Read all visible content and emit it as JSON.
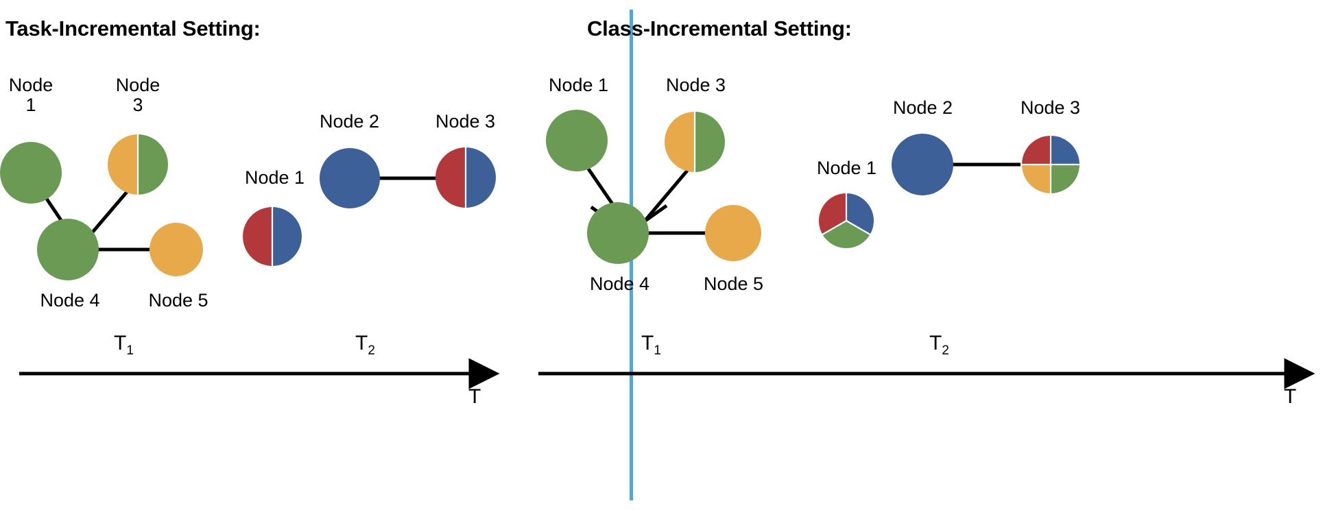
{
  "colors": {
    "green": "#6a9a54",
    "orange": "#e8a94b",
    "blue": "#3d6098",
    "red": "#b3383c",
    "divider": "#57a5d4",
    "edge": "#000000",
    "background": "#ffffff"
  },
  "panels": [
    {
      "id": "task-incremental",
      "title": "Task-Incremental Setting:",
      "timeline": {
        "t1_label": "T",
        "t1_sub": "1",
        "t2_label": "T",
        "t2_sub": "2",
        "axis_label": "T"
      },
      "tasks": [
        {
          "name": "T1",
          "nodes": [
            {
              "label": "Node\n1",
              "label_line1": "Node",
              "label_line2": "1",
              "segments": [
                "green"
              ]
            },
            {
              "label": "Node\n3",
              "label_line1": "Node",
              "label_line2": "3",
              "segments": [
                "orange",
                "green"
              ]
            },
            {
              "label": "Node 4",
              "label_line1": "Node 4",
              "label_line2": "",
              "segments": [
                "green"
              ]
            },
            {
              "label": "Node 5",
              "label_line1": "Node 5",
              "label_line2": "",
              "segments": [
                "orange"
              ]
            }
          ],
          "edges": [
            [
              "Node 1",
              "Node 4"
            ],
            [
              "Node 3",
              "Node 4"
            ],
            [
              "Node 4",
              "Node 5"
            ]
          ]
        },
        {
          "name": "T2",
          "nodes": [
            {
              "label": "Node 1",
              "label_line1": "Node 1",
              "label_line2": "",
              "segments": [
                "red",
                "blue"
              ]
            },
            {
              "label": "Node 2",
              "label_line1": "Node 2",
              "label_line2": "",
              "segments": [
                "blue"
              ]
            },
            {
              "label": "Node 3",
              "label_line1": "Node 3",
              "label_line2": "",
              "segments": [
                "red",
                "blue"
              ]
            }
          ],
          "edges": [
            [
              "Node 2",
              "Node 3"
            ]
          ]
        }
      ]
    },
    {
      "id": "class-incremental",
      "title": "Class-Incremental Setting:",
      "timeline": {
        "t1_label": "T",
        "t1_sub": "1",
        "t2_label": "T",
        "t2_sub": "2",
        "axis_label": "T"
      },
      "tasks": [
        {
          "name": "T1",
          "nodes": [
            {
              "label": "Node 1",
              "label_line1": "Node 1",
              "label_line2": "",
              "segments": [
                "green"
              ]
            },
            {
              "label": "Node 3",
              "label_line1": "Node 3",
              "label_line2": "",
              "segments": [
                "orange",
                "green"
              ]
            },
            {
              "label": "Node 4",
              "label_line1": "Node 4",
              "label_line2": "",
              "segments": [
                "green"
              ]
            },
            {
              "label": "Node 5",
              "label_line1": "Node 5",
              "label_line2": "",
              "segments": [
                "orange"
              ]
            }
          ],
          "edges": [
            [
              "Node 1",
              "Node 4"
            ],
            [
              "Node 3",
              "Node 4"
            ],
            [
              "Node 4",
              "Node 5"
            ]
          ]
        },
        {
          "name": "T2",
          "nodes": [
            {
              "label": "Node 1",
              "label_line1": "Node 1",
              "label_line2": "",
              "segments": [
                "red",
                "blue",
                "green"
              ]
            },
            {
              "label": "Node 2",
              "label_line1": "Node 2",
              "label_line2": "",
              "segments": [
                "blue"
              ]
            },
            {
              "label": "Node 3",
              "label_line1": "Node 3",
              "label_line2": "",
              "segments": [
                "red",
                "blue",
                "green",
                "orange"
              ]
            }
          ],
          "edges": [
            [
              "Node 2",
              "Node 3"
            ]
          ]
        }
      ]
    }
  ],
  "labels": {
    "l_t1_node1_a": "Node",
    "l_t1_node1_b": "1",
    "l_t1_node3_a": "Node",
    "l_t1_node3_b": "3",
    "l_t1_node4": "Node 4",
    "l_t1_node5": "Node 5",
    "l_t2_node1": "Node 1",
    "l_t2_node2": "Node 2",
    "l_t2_node3": "Node 3",
    "r_t1_node1": "Node 1",
    "r_t1_node3": "Node 3",
    "r_t1_node4": "Node 4",
    "r_t1_node5": "Node 5",
    "r_t2_node1": "Node 1",
    "r_t2_node2": "Node 2",
    "r_t2_node3": "Node 3",
    "l_T1": "T",
    "l_T1sub": "1",
    "l_T2": "T",
    "l_T2sub": "2",
    "l_axis": "T",
    "r_T1": "T",
    "r_T1sub": "1",
    "r_T2": "T",
    "r_T2sub": "2",
    "r_axis": "T"
  }
}
